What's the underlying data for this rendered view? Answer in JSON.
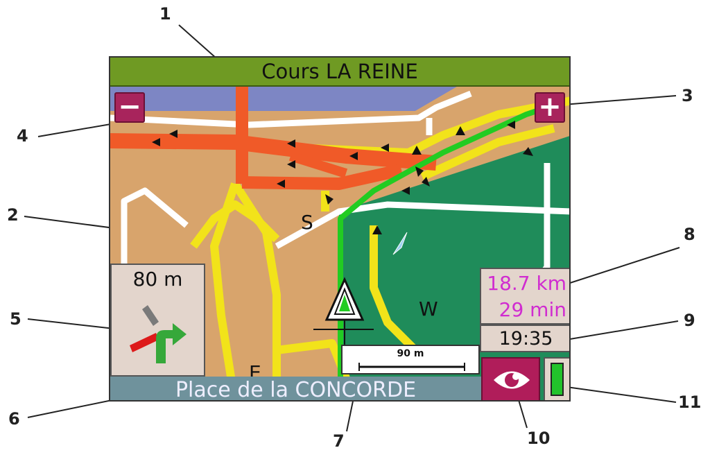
{
  "callouts": [
    "1",
    "2",
    "3",
    "4",
    "5",
    "6",
    "7",
    "8",
    "9",
    "10",
    "11"
  ],
  "nav": {
    "current_street": "Cours LA REINE",
    "zoom_out_symbol": "−",
    "zoom_in_symbol": "+",
    "turn_distance": "80 m",
    "next_street": "Place de la CONCORDE",
    "scale_label": "90 m",
    "remaining_distance": "18.7 km",
    "remaining_time": "29 min",
    "clock": "19:35",
    "compass": {
      "n_label": "S",
      "w_label": "W",
      "e_label": "E"
    }
  },
  "colors": {
    "street_bar": "#6f9a23",
    "next_street_bar": "#6f929c",
    "zoom_buttons": "#a8245c",
    "route": "#22cc22",
    "major_road": "#f05a28",
    "road": "#f2e31a",
    "park": "#1f8c5a",
    "water": "#7d86c4"
  },
  "icons": {
    "turn": "turn-right-arrow-icon",
    "view": "eye-icon",
    "gps": "gps-signal-icon",
    "vehicle": "vehicle-position-icon"
  }
}
